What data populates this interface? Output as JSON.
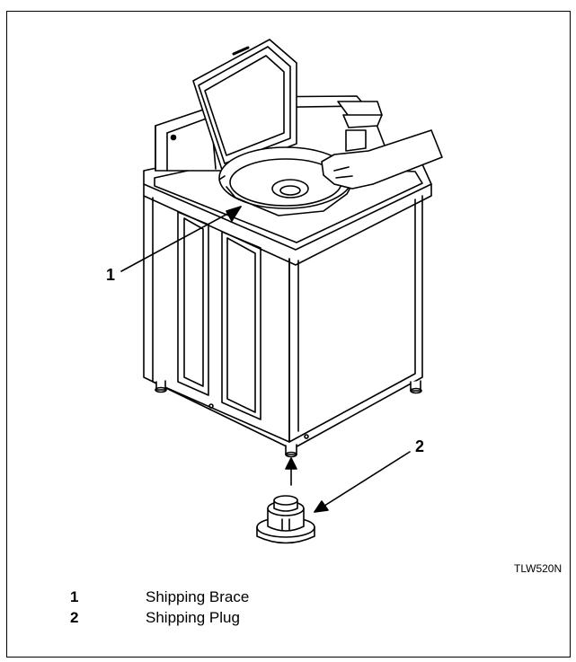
{
  "figure": {
    "code": "TLW520N",
    "callouts": [
      "1",
      "2"
    ],
    "legend": [
      {
        "number": "1",
        "label": "Shipping Brace"
      },
      {
        "number": "2",
        "label": "Shipping Plug"
      }
    ]
  }
}
